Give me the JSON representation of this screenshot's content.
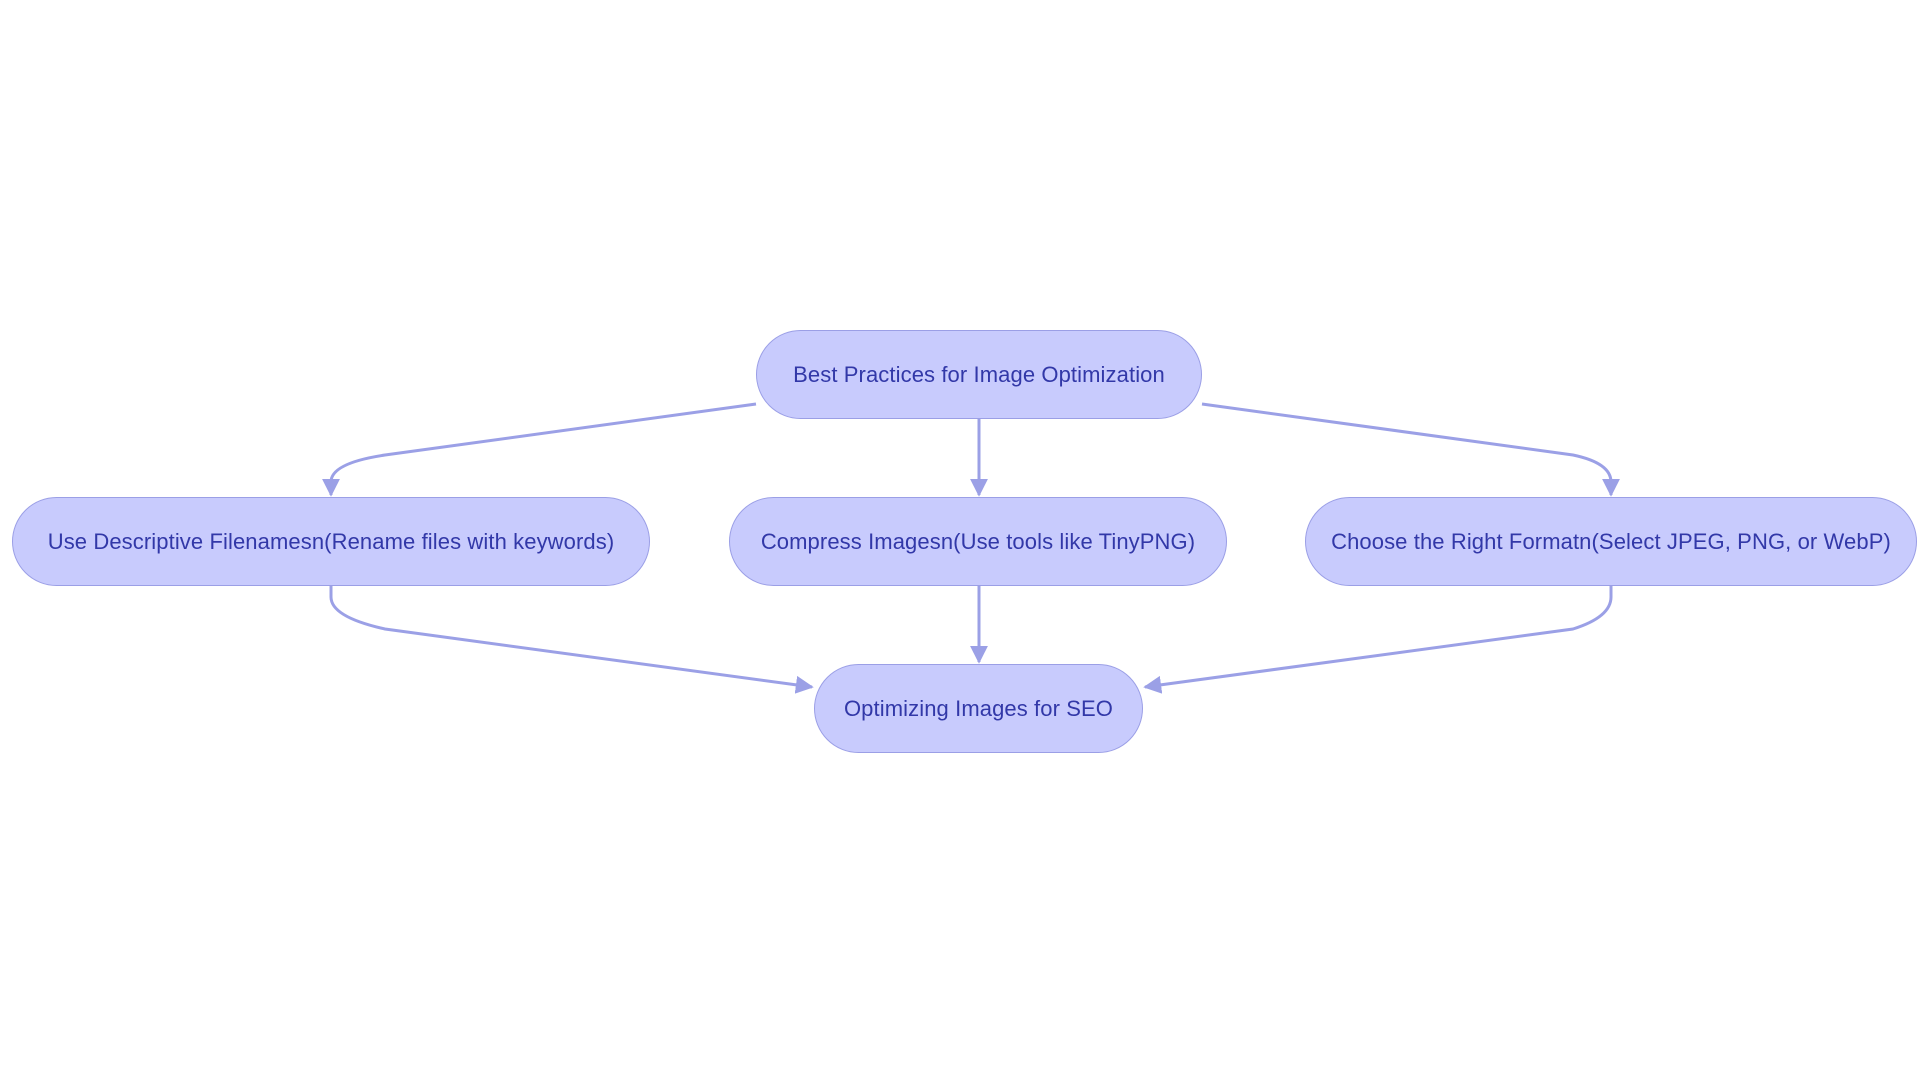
{
  "colors": {
    "node_fill": "#c8cbfd",
    "node_border": "#9b9fe6",
    "node_text": "#3238a8",
    "edge": "#9ba0e6",
    "background": "#ffffff"
  },
  "diagram": {
    "type": "flowchart",
    "nodes": {
      "root": {
        "label": "Best Practices for Image Optimization"
      },
      "filenames": {
        "label": "Use Descriptive Filenamesn(Rename files with keywords)"
      },
      "compress": {
        "label": "Compress Imagesn(Use tools like TinyPNG)"
      },
      "format": {
        "label": "Choose the Right Formatn(Select JPEG, PNG, or WebP)"
      },
      "seo": {
        "label": "Optimizing Images for SEO"
      }
    },
    "edges": [
      {
        "from": "root",
        "to": "filenames"
      },
      {
        "from": "root",
        "to": "compress"
      },
      {
        "from": "root",
        "to": "format"
      },
      {
        "from": "filenames",
        "to": "seo"
      },
      {
        "from": "compress",
        "to": "seo"
      },
      {
        "from": "format",
        "to": "seo"
      }
    ]
  }
}
